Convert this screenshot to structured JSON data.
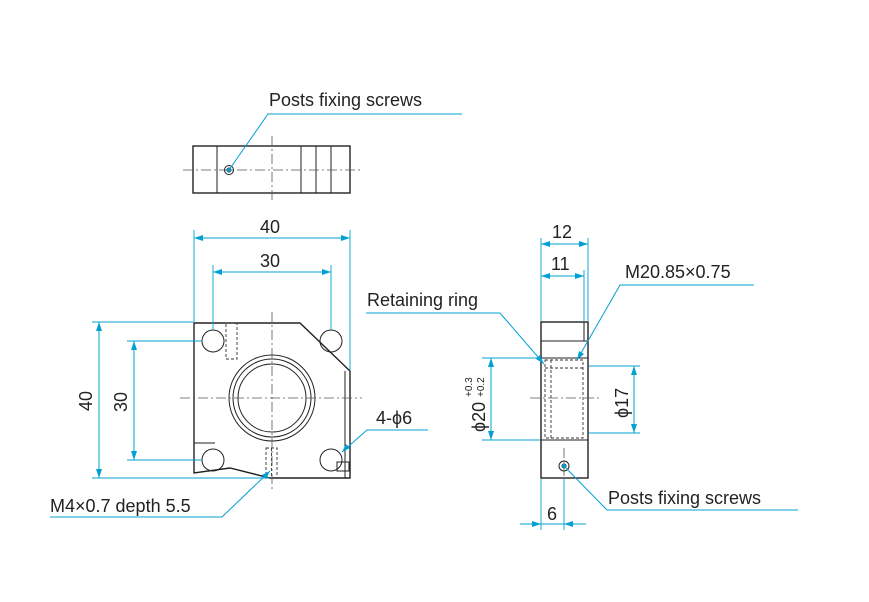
{
  "colors": {
    "dimension": "#00a0d2",
    "outline": "#222222",
    "background": "#ffffff"
  },
  "labels": {
    "top_view_screws": "Posts fixing screws",
    "front_width_outer": "40",
    "front_width_inner": "30",
    "front_height_outer": "40",
    "front_height_inner": "30",
    "mount_holes": "4-ϕ6",
    "tap_hole": "M4×0.7 depth 5.5",
    "side_width_outer": "12",
    "side_width_inner": "11",
    "thread": "M20.85×0.75",
    "retaining_ring": "Retaining ring",
    "bore_main": "ϕ20",
    "bore_tol_upper": "+0.3",
    "bore_tol_lower": "+0.2",
    "bore_clear": "ϕ17",
    "side_view_screws": "Posts fixing screws",
    "screw_offset": "6"
  }
}
